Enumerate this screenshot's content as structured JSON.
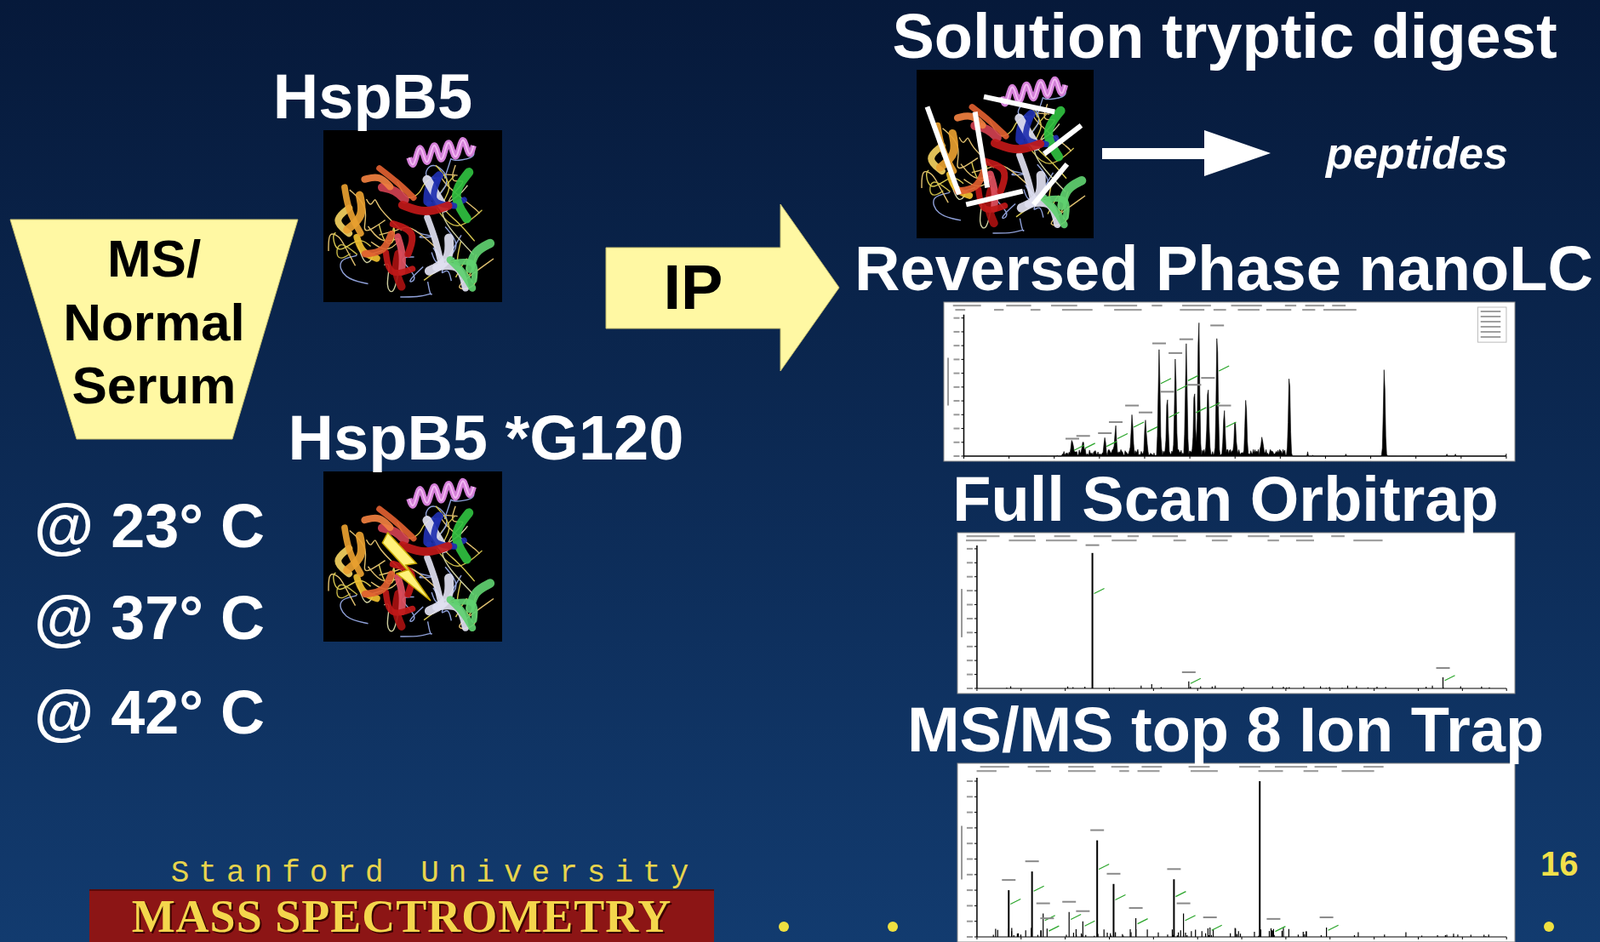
{
  "diagram": {
    "nodes": [
      {
        "text": [
          "HspB5"
        ]
      },
      {
        "text": [
          "MS/ Normal Serum"
        ]
      },
      {
        "text": [
          "HspB5 *G120"
        ]
      },
      {
        "text": [
          "IP"
        ]
      },
      {
        "text": [
          "Solution tryptic digest"
        ]
      },
      {
        "text": [
          "Reversed Phase nanoLC"
        ]
      },
      {
        "text": [
          "Full Scan Orbitrap"
        ]
      },
      {
        "text": [
          "MS/MS top 8 Ion Trap"
        ]
      },
      {
        "text": [
          "Stanford University",
          "MASS SPECTROMETRY"
        ]
      }
    ],
    "labels": [
      "@ 23° C",
      "@ 37° C",
      "@ 42° C",
      "peptides",
      "16"
    ]
  }
}
